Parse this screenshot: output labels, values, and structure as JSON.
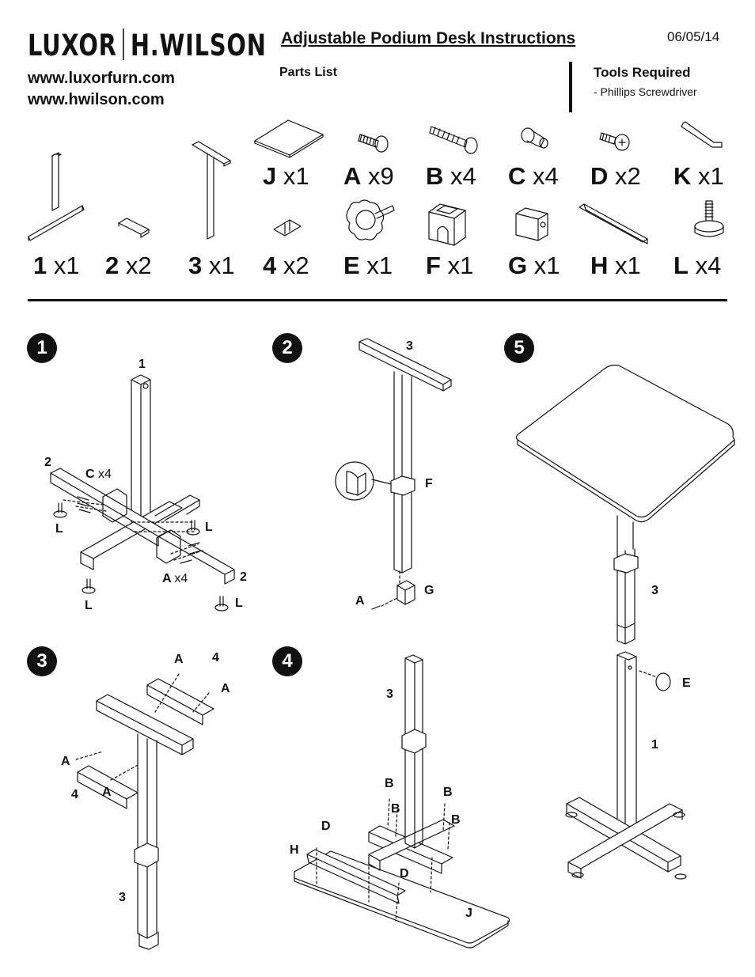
{
  "header": {
    "brand_left": "LUXOR",
    "brand_right": "H.WILSON",
    "url1": "www.luxorfurn.com",
    "url2": "www.hwilson.com",
    "title": "Adjustable Podium Desk Instructions",
    "date": "06/05/14",
    "parts_list_label": "Parts List",
    "tools_heading": "Tools Required",
    "tools": [
      "-  Phillips Screwdriver"
    ]
  },
  "parts": [
    {
      "id": "J",
      "qty": "x1"
    },
    {
      "id": "A",
      "qty": "x9"
    },
    {
      "id": "B",
      "qty": "x4"
    },
    {
      "id": "C",
      "qty": "x4"
    },
    {
      "id": "D",
      "qty": "x2"
    },
    {
      "id": "K",
      "qty": "x1"
    },
    {
      "id": "1",
      "qty": "x1"
    },
    {
      "id": "2",
      "qty": "x2"
    },
    {
      "id": "3",
      "qty": "x1"
    },
    {
      "id": "4",
      "qty": "x2"
    },
    {
      "id": "E",
      "qty": "x1"
    },
    {
      "id": "F",
      "qty": "x1"
    },
    {
      "id": "G",
      "qty": "x1"
    },
    {
      "id": "H",
      "qty": "x1"
    },
    {
      "id": "L",
      "qty": "x4"
    }
  ],
  "steps": [
    {
      "number": "1",
      "labels": [
        "1",
        "2",
        "C",
        "x4",
        "L",
        "L",
        "A",
        "x4",
        "2",
        "L",
        "L"
      ]
    },
    {
      "number": "2",
      "labels": [
        "3",
        "F",
        "A",
        "G"
      ]
    },
    {
      "number": "5",
      "labels": [
        "3",
        "E",
        "1"
      ]
    },
    {
      "number": "3",
      "labels": [
        "A",
        "4",
        "A",
        "A",
        "4",
        "A",
        "3"
      ]
    },
    {
      "number": "4",
      "labels": [
        "3",
        "B",
        "B",
        "B",
        "B",
        "D",
        "H",
        "D",
        "J"
      ]
    }
  ]
}
